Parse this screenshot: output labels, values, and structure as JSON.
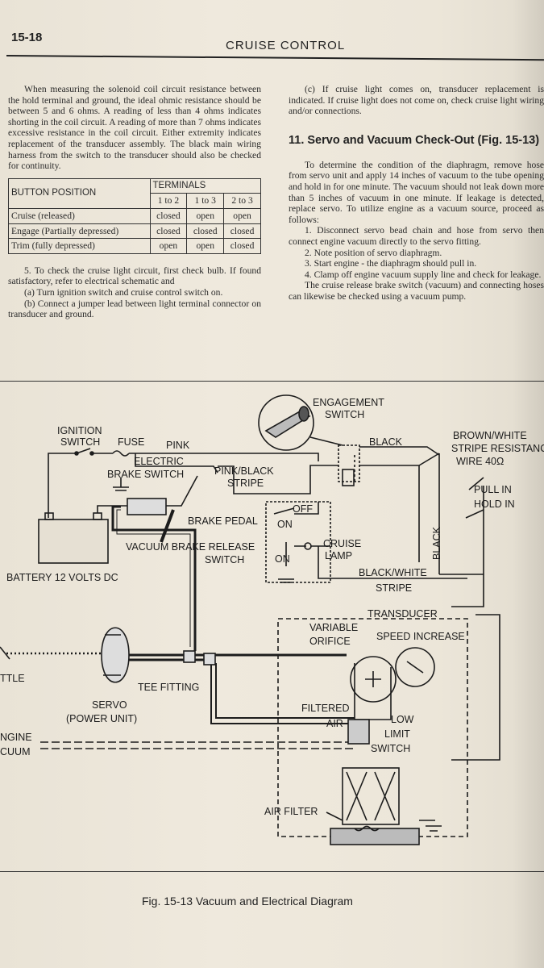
{
  "header": {
    "page_number": "15-18",
    "title": "CRUISE CONTROL"
  },
  "left_column": {
    "para1": "When measuring the solenoid coil circuit resistance between the hold terminal and ground, the ideal ohmic resistance should be between 5 and 6 ohms. A reading of less than 4 ohms indicates shorting in the coil circuit. A reading of more than 7 ohms indicates excessive resistance in the coil circuit. Either extremity indicates replacement of the transducer assembly. The black main wiring harness from the switch to the transducer should also be checked for continuity.",
    "table": {
      "col_header": "BUTTON POSITION",
      "group_header": "TERMINALS",
      "terminals": [
        "1 to 2",
        "1 to 3",
        "2 to 3"
      ],
      "rows": [
        {
          "position": "Cruise (released)",
          "values": [
            "closed",
            "open",
            "open"
          ]
        },
        {
          "position": "Engage (Partially depressed)",
          "values": [
            "closed",
            "closed",
            "closed"
          ]
        },
        {
          "position": "Trim (fully depressed)",
          "values": [
            "open",
            "open",
            "closed"
          ]
        }
      ]
    },
    "para2": "5. To check the cruise light circuit, first check bulb. If found satisfactory, refer to electrical schematic and",
    "para3": "(a) Turn ignition switch and cruise control switch on.",
    "para4": "(b) Connect a jumper lead between light terminal connector on transducer and ground."
  },
  "right_column": {
    "para_c": "(c) If cruise light comes on, transducer replacement is indicated. If cruise light does not come on, check cruise light wiring and/or connections.",
    "section_heading": "11. Servo and Vacuum Check-Out (Fig. 15-13)",
    "para1": "To determine the condition of the diaphragm, remove hose from servo unit and apply 14 inches of vacuum to the tube opening and hold in for one minute. The vacuum should not leak down more than 5 inches of vacuum in one minute. If leakage is detected, replace servo. To utilize engine as a vacuum source, proceed as follows:",
    "step1": "1. Disconnect servo bead chain and hose from servo then connect engine vacuum directly to the servo fitting.",
    "step2": "2. Note position of servo diaphragm.",
    "step3": "3. Start engine - the diaphragm should pull in.",
    "step4": "4. Clamp off engine vacuum supply line and check for leakage.",
    "para2": "The cruise release brake switch (vacuum) and connecting hoses can likewise be checked using a vacuum pump."
  },
  "diagram": {
    "engagement_switch_1": "ENGAGEMENT",
    "engagement_switch_2": "SWITCH",
    "ignition_switch_1": "IGNITION",
    "ignition_switch_2": "SWITCH",
    "fuse": "FUSE",
    "pink": "PINK",
    "black_top": "BLACK",
    "brown_white_1": "BROWN/WHITE",
    "brown_white_2": "STRIPE RESISTANCE",
    "brown_white_3": "WIRE 40Ω",
    "electric_brake_1": "ELECTRIC",
    "electric_brake_2": "BRAKE SWITCH",
    "pink_black_1": "PINK/BLACK",
    "pink_black_2": "STRIPE",
    "pull_in": "PULL IN",
    "hold_in": "HOLD IN",
    "off": "OFF",
    "on_1": "ON",
    "brake_pedal": "BRAKE PEDAL",
    "black_vertical": "BLACK",
    "cruise_lamp_1": "CRUISE",
    "cruise_lamp_2": "LAMP",
    "on_2": "ON",
    "vacuum_release_1": "VACUUM BRAKE RELEASE",
    "vacuum_release_2": "SWITCH",
    "battery": "BATTERY 12 VOLTS DC",
    "black_white_1": "BLACK/WHITE",
    "black_white_2": "STRIPE",
    "transducer": "TRANSDUCER",
    "variable_orifice_1": "VARIABLE",
    "variable_orifice_2": "ORIFICE",
    "speed_increase": "SPEED INCREASE",
    "throttle": "TTLE",
    "tee_fitting": "TEE FITTING",
    "servo_1": "SERVO",
    "servo_2": "(POWER UNIT)",
    "filtered_air_1": "FILTERED",
    "filtered_air_2": "AIR",
    "low_limit_1": "LOW",
    "low_limit_2": "LIMIT",
    "low_limit_3": "SWITCH",
    "engine_vacuum_1": "NGINE",
    "engine_vacuum_2": "CUUM",
    "air_filter": "AIR FILTER"
  },
  "caption": "Fig. 15-13  Vacuum and Electrical Diagram"
}
